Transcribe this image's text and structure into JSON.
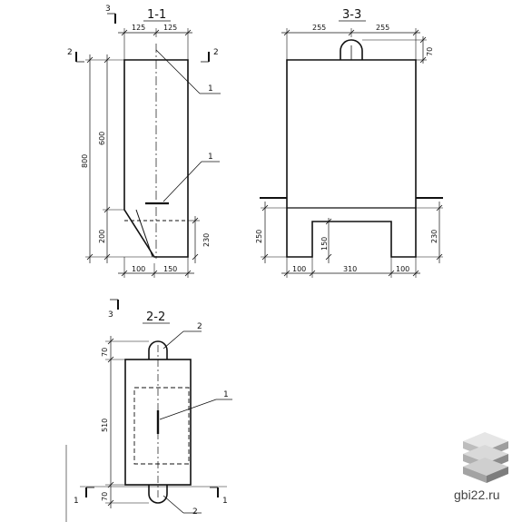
{
  "section_1_1": {
    "title": "1-1",
    "top_dims": [
      "125",
      "125"
    ],
    "left_dims": [
      "600",
      "200"
    ],
    "overall_dim": "800",
    "right_dim": "230",
    "bottom_dims": [
      "100",
      "150"
    ],
    "leader_labels": [
      "1",
      "1"
    ],
    "cut_marks": [
      "2",
      "2"
    ],
    "view_mark": "3"
  },
  "section_3_3": {
    "title": "3-3",
    "top_dims": [
      "255",
      "255"
    ],
    "right_top_dim": "70",
    "left_dim": "250",
    "inner_dim": "150",
    "right_dim": "230",
    "bottom_dims": [
      "100",
      "310",
      "100"
    ]
  },
  "section_2_2": {
    "title": "2-2",
    "view_mark": "3",
    "left_dims": [
      "70",
      "510",
      "70"
    ],
    "leader_labels": [
      "2",
      "1",
      "2"
    ],
    "cut_marks": [
      "1",
      "1"
    ]
  },
  "watermark": {
    "text": "gbi22.ru"
  }
}
